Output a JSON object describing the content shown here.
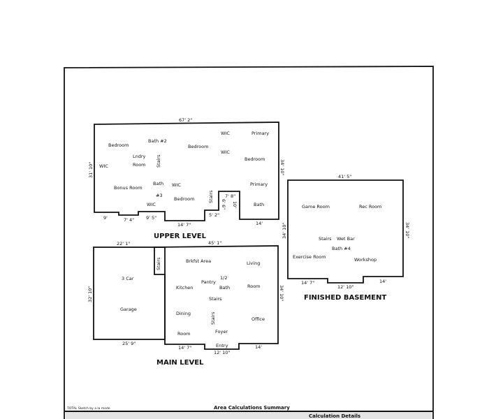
{
  "upper_level": {
    "title": "UPPER LEVEL",
    "rooms": [
      "Bedroom",
      "Bath #2",
      "Lndry",
      "Room",
      "Stairs",
      "WIC",
      "Bedroom",
      "WIC",
      "Primary",
      "WIC",
      "Bedroom",
      "Bonus Room",
      "Bath",
      "#3",
      "WIC",
      "WIC",
      "Bedroom",
      "Stairs",
      "Primary",
      "Bath"
    ],
    "dims": [
      "67' 2\"",
      "31' 10\"",
      "34' 10\"",
      "9'",
      "7' 4\"",
      "9' 5\"",
      "14' 7\"",
      "5' 2\"",
      "6' 6\"",
      "7' 8\"",
      "10'",
      "14'"
    ]
  },
  "main_level": {
    "title": "MAIN LEVEL",
    "rooms": [
      "3 Car",
      "Garage",
      "Stairs",
      "Brkfst  Area",
      "Living",
      "Pantry",
      "1/2",
      "Bath",
      "Kitchen",
      "Room",
      "Stairs",
      "Dining",
      "Stairs",
      "Office",
      "Room",
      "Foyer",
      "Entry"
    ],
    "dims": [
      "22' 1\"",
      "45' 1\"",
      "32' 10\"",
      "34' 10\"",
      "25' 9\"",
      "14' 7\"",
      "12' 10\"",
      "14'"
    ]
  },
  "basement": {
    "title": "FINISHED BASEMENT",
    "rooms": [
      "Game Room",
      "Rec Room",
      "Stairs",
      "Wet Bar",
      "Bath #4",
      "Exercise Room",
      "Workshop"
    ],
    "dims": [
      "41' 5\"",
      "34' 10\"",
      "34' 10\"",
      "14' 7\"",
      "12' 10\"",
      "14'"
    ]
  },
  "footer": {
    "credit": "TOTAL Sketch by a la mode",
    "summary_title": "Area Calculations Summary",
    "details_title": "Calculation Details"
  }
}
